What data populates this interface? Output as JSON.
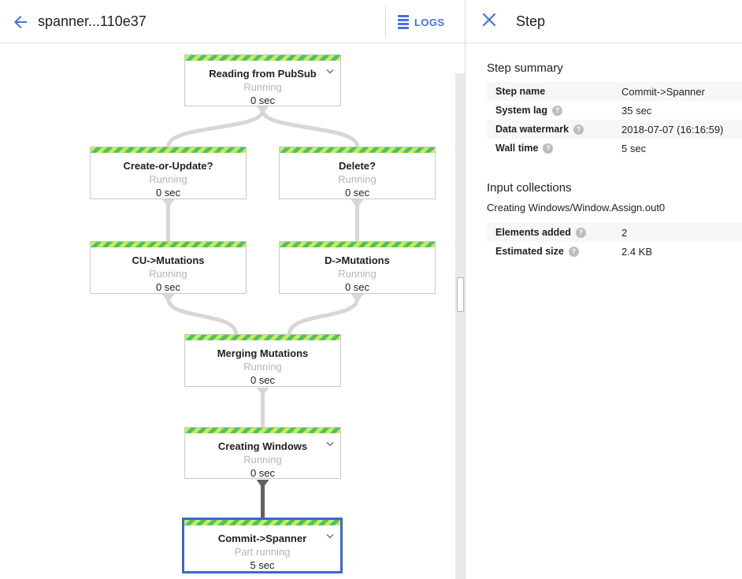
{
  "header": {
    "title": "spanner...110e37",
    "logs_label": "LOGS"
  },
  "panel": {
    "title": "Step",
    "step_summary": {
      "heading": "Step summary",
      "rows": [
        {
          "label": "Step name",
          "value": "Commit->Spanner"
        },
        {
          "label": "System lag",
          "value": "35 sec"
        },
        {
          "label": "Data watermark",
          "value": "2018-07-07 (16:16:59)"
        },
        {
          "label": "Wall time",
          "value": "5 sec"
        }
      ]
    },
    "input_collections": {
      "heading": "Input collections",
      "collection_name": "Creating Windows/Window.Assign.out0",
      "rows": [
        {
          "label": "Elements added",
          "value": "2"
        },
        {
          "label": "Estimated size",
          "value": "2.4 KB"
        }
      ]
    },
    "help_glyph": "?"
  },
  "graph": {
    "nodes": [
      {
        "id": "reading-from-pubsub",
        "title": "Reading from PubSub",
        "status": "Running",
        "time": "0 sec",
        "expandable": true,
        "selected": false
      },
      {
        "id": "create-or-update",
        "title": "Create-or-Update?",
        "status": "Running",
        "time": "0 sec",
        "expandable": false,
        "selected": false
      },
      {
        "id": "delete",
        "title": "Delete?",
        "status": "Running",
        "time": "0 sec",
        "expandable": false,
        "selected": false
      },
      {
        "id": "cu-mutations",
        "title": "CU->Mutations",
        "status": "Running",
        "time": "0 sec",
        "expandable": false,
        "selected": false
      },
      {
        "id": "d-mutations",
        "title": "D->Mutations",
        "status": "Running",
        "time": "0 sec",
        "expandable": false,
        "selected": false
      },
      {
        "id": "merging-mutations",
        "title": "Merging Mutations",
        "status": "Running",
        "time": "0 sec",
        "expandable": false,
        "selected": false
      },
      {
        "id": "creating-windows",
        "title": "Creating Windows",
        "status": "Running",
        "time": "0 sec",
        "expandable": true,
        "selected": false
      },
      {
        "id": "commit-spanner",
        "title": "Commit->Spanner",
        "status": "Part running",
        "time": "5 sec",
        "expandable": true,
        "selected": true
      }
    ]
  },
  "colors": {
    "accent_blue": "#4273df",
    "selected_border_blue": "#3b68d5",
    "stripe_green_dark": "#4dc06f",
    "stripe_green_light": "#c9ec50",
    "edge_gray": "#d7d7d7",
    "edge_dark": "#5f6368",
    "status_gray": "#b5b5b5"
  }
}
